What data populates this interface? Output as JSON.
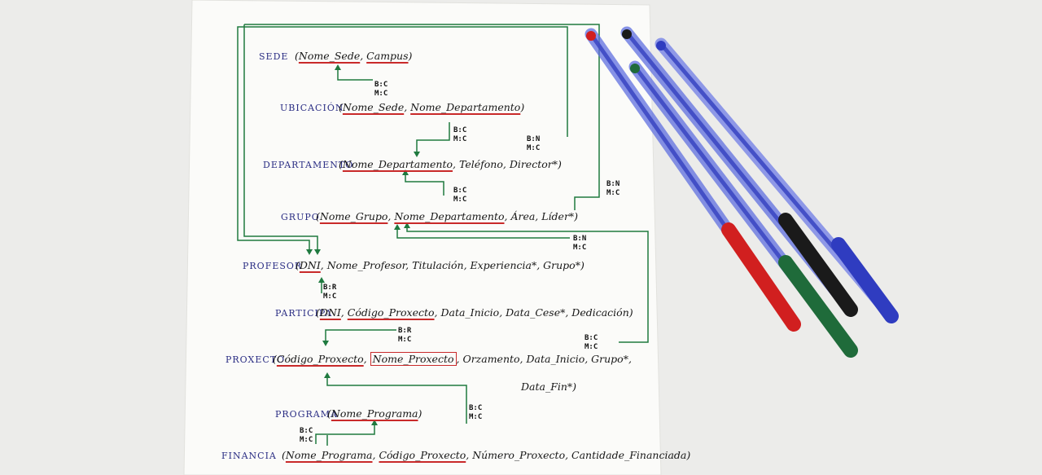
{
  "relations": [
    {
      "name": "SEDE",
      "open": " (",
      "attrs": [
        {
          "text": "Nome_Sede",
          "pk": true
        },
        {
          "text": ", "
        },
        {
          "text": "Campus",
          "pk": true
        }
      ],
      "close": ")"
    },
    {
      "name": "UBICACIÓN",
      "open": " (",
      "attrs": [
        {
          "text": "Nome_Sede",
          "pk": true
        },
        {
          "text": ", "
        },
        {
          "text": "Nome_Departamento",
          "pk": true
        }
      ],
      "close": ")"
    },
    {
      "name": "DEPARTAMENTO",
      "open": " (",
      "attrs": [
        {
          "text": "Nome_Departamento",
          "pk": true
        },
        {
          "text": ", Teléfono, Director*"
        }
      ],
      "close": ")"
    },
    {
      "name": "GRUPO",
      "open": " (",
      "attrs": [
        {
          "text": "Nome_Grupo",
          "pk": true
        },
        {
          "text": ", "
        },
        {
          "text": "Nome_Departamento",
          "pk": true
        },
        {
          "text": ", Área, Líder*"
        }
      ],
      "close": ")"
    },
    {
      "name": "PROFESOR",
      "open": " (",
      "attrs": [
        {
          "text": "DNI",
          "pk": true
        },
        {
          "text": ", Nome_Profesor, Titulación, Experiencia*, Grupo*"
        }
      ],
      "close": ")"
    },
    {
      "name": "PARTICIPA",
      "open": " (",
      "attrs": [
        {
          "text": "DNI",
          "pk": true
        },
        {
          "text": ", "
        },
        {
          "text": "Código_Proxecto",
          "pk": true
        },
        {
          "text": ", Data_Inicio, Data_Cese*, Dedicación"
        }
      ],
      "close": ")"
    },
    {
      "name": "PROXECTO",
      "open": " (",
      "attrs": [
        {
          "text": "Código_Proxecto",
          "pk": true
        },
        {
          "text": ", "
        },
        {
          "text": "Nome_Proxecto",
          "boxed": true
        },
        {
          "text": ", Orzamento, Data_Inicio, Grupo*,"
        }
      ],
      "close": ""
    },
    {
      "name": "",
      "open": "",
      "attrs": [
        {
          "text": "Data_Fin*"
        }
      ],
      "close": ")"
    },
    {
      "name": "PROGRAMA",
      "open": " (",
      "attrs": [
        {
          "text": "Nome_Programa",
          "pk": true
        }
      ],
      "close": ")"
    },
    {
      "name": "FINANCIA",
      "open": " (",
      "attrs": [
        {
          "text": "Nome_Programa",
          "pk": true
        },
        {
          "text": ", "
        },
        {
          "text": "Código_Proxecto",
          "pk": true
        },
        {
          "text": ", Número_Proxecto, Cantidade_Financiada"
        }
      ],
      "close": ")"
    }
  ],
  "cardinalities": [
    "B:C\nM:C",
    "B:C\nM:C",
    "B:N\nM:C",
    "B:C\nM:C",
    "B:N\nM:C",
    "B:N\nM:C",
    "B:R\nM:C",
    "B:R\nM:C",
    "B:C\nM:C",
    "B:C\nM:C",
    "B:C\nM:C"
  ],
  "colors": {
    "paper": "#fbfbf9",
    "table_name": "#2b2e84",
    "pk_underline": "#c92a2a",
    "arrow": "#1f7a3f",
    "pen_blue": "#3d49c4",
    "pen_red": "#d11f1f",
    "pen_green": "#1f6b3a",
    "pen_black": "#1a1a1a"
  }
}
